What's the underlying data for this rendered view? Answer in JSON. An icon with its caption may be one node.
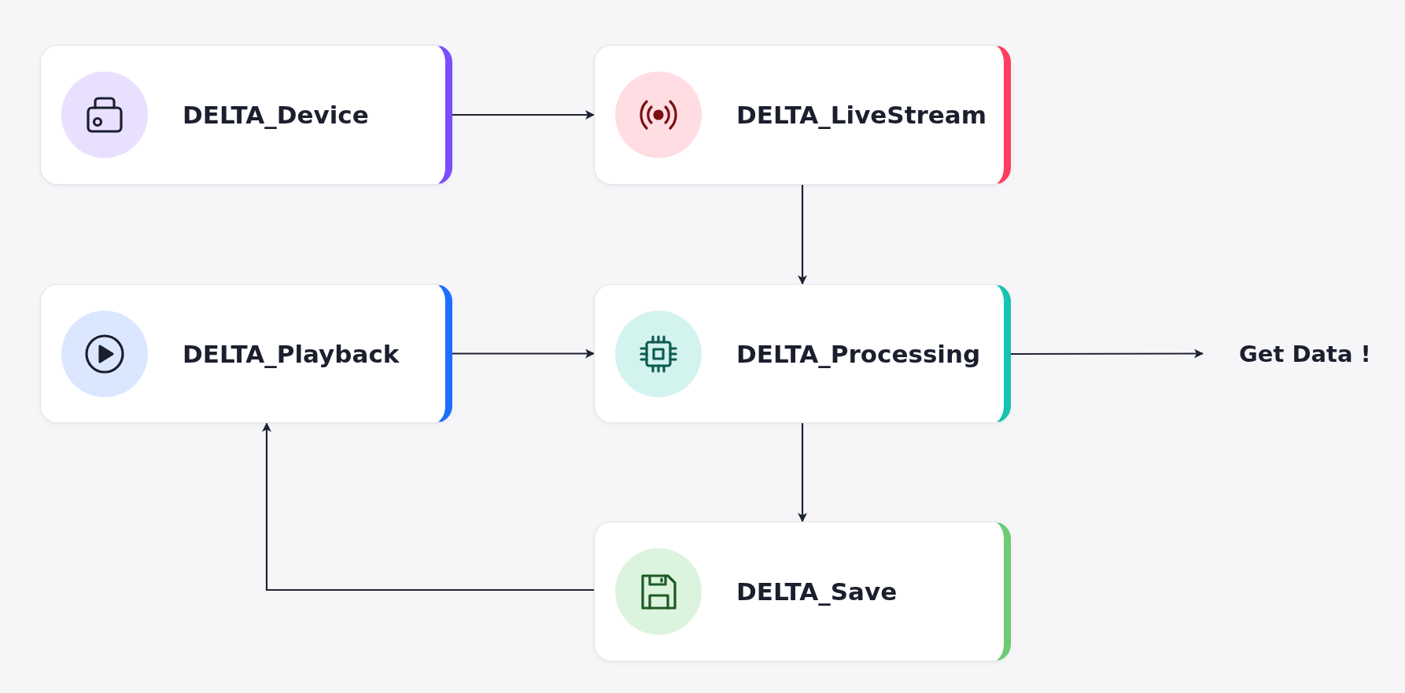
{
  "diagram": {
    "nodes": [
      {
        "text": [
          "DELTA_Device"
        ]
      },
      {
        "text": [
          "DELTA_LiveStream"
        ]
      },
      {
        "text": [
          "DELTA_Playback"
        ]
      },
      {
        "text": [
          "DELTA_Processing"
        ]
      },
      {
        "text": [
          "Get Data !"
        ]
      },
      {
        "text": [
          "DELTA_Save"
        ]
      }
    ],
    "edges": [
      {
        "from": 0,
        "to": 1,
        "arrow": "to"
      },
      {
        "from": 1,
        "to": 3,
        "arrow": "to"
      },
      {
        "from": 2,
        "to": 3,
        "arrow": "to"
      },
      {
        "from": 3,
        "to": 4,
        "arrow": "to"
      },
      {
        "from": 3,
        "to": 5,
        "arrow": "to"
      },
      {
        "from": 5,
        "to": 2,
        "arrow": "to"
      }
    ]
  }
}
